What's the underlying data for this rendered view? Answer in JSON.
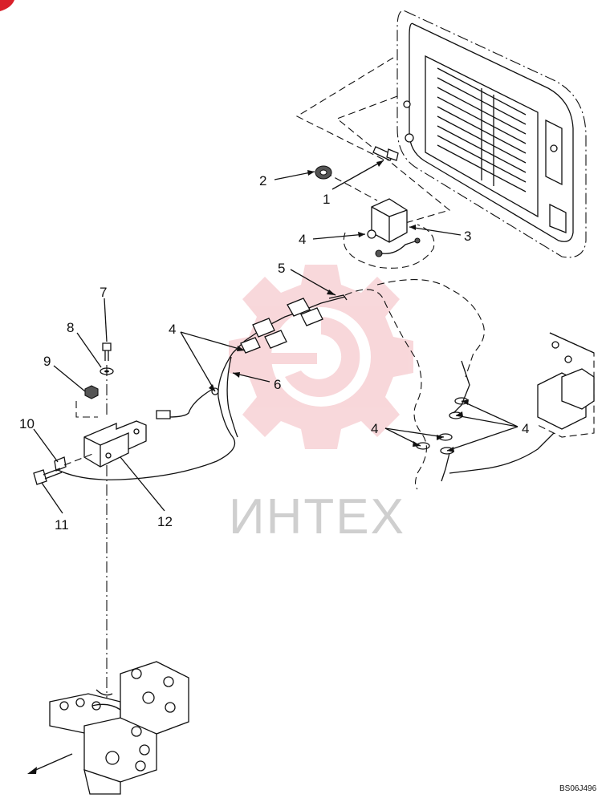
{
  "diagram": {
    "watermark_text": "ИНТЕХ",
    "figure_code": "BS06J496",
    "callouts": {
      "c1": "1",
      "c2": "2",
      "c3": "3",
      "c4a": "4",
      "c5": "5",
      "c4b": "4",
      "c6": "6",
      "c7": "7",
      "c8": "8",
      "c9": "9",
      "c10": "10",
      "c11": "11",
      "c12": "12",
      "c4c": "4",
      "c4d": "4"
    },
    "colors": {
      "line": "#111111",
      "watermark_gear": "#f3b8bd",
      "watermark_text": "#cfcfcf",
      "corner_mark": "#d9202a"
    }
  }
}
